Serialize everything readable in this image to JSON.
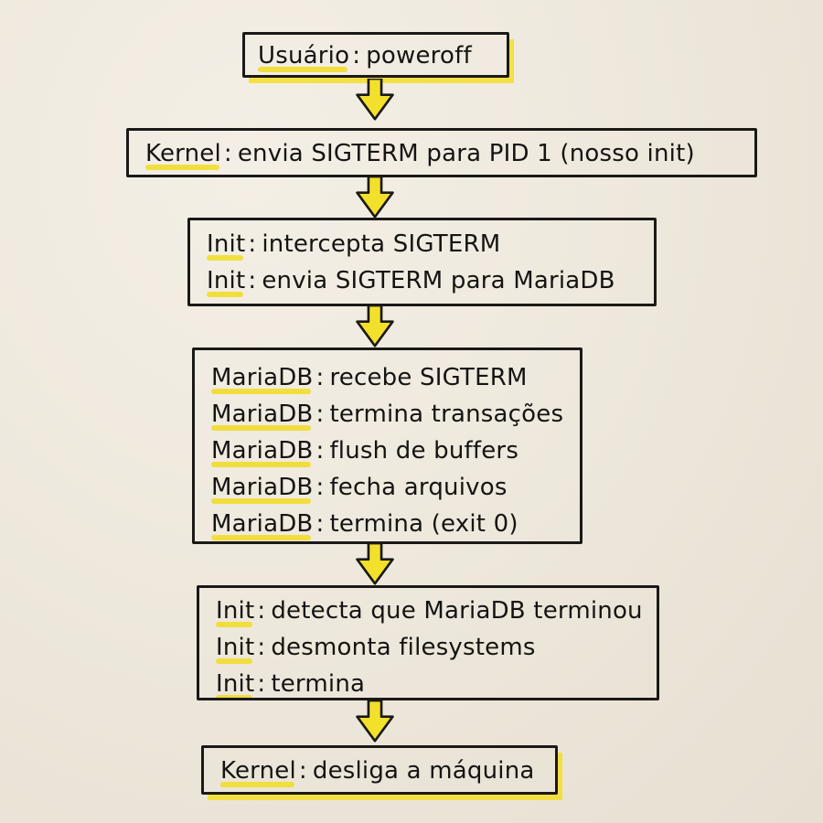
{
  "colors": {
    "background": "#efe9de",
    "ink": "#161412",
    "highlight": "#f1dd2c",
    "arrow_fill": "#f3e02a"
  },
  "steps": [
    {
      "lines": [
        {
          "actor": "Usuário",
          "action": "poweroff"
        }
      ]
    },
    {
      "lines": [
        {
          "actor": "Kernel",
          "action": "envia SIGTERM para PID 1 (nosso init)"
        }
      ]
    },
    {
      "lines": [
        {
          "actor": "Init",
          "action": "intercepta SIGTERM"
        },
        {
          "actor": "Init",
          "action": "envia SIGTERM para MariaDB"
        }
      ]
    },
    {
      "lines": [
        {
          "actor": "MariaDB",
          "action": "recebe SIGTERM"
        },
        {
          "actor": "MariaDB",
          "action": "termina transações"
        },
        {
          "actor": "MariaDB",
          "action": "flush de buffers"
        },
        {
          "actor": "MariaDB",
          "action": "fecha arquivos"
        },
        {
          "actor": "MariaDB",
          "action": "termina (exit 0)"
        }
      ]
    },
    {
      "lines": [
        {
          "actor": "Init",
          "action": "detecta que MariaDB terminou"
        },
        {
          "actor": "Init",
          "action": "desmonta filesystems"
        },
        {
          "actor": "Init",
          "action": "termina"
        }
      ]
    },
    {
      "lines": [
        {
          "actor": "Kernel",
          "action": "desliga a máquina"
        }
      ]
    }
  ],
  "separator": ":",
  "arrows": [
    "down-arrow",
    "down-arrow",
    "down-arrow",
    "down-arrow",
    "down-arrow"
  ]
}
